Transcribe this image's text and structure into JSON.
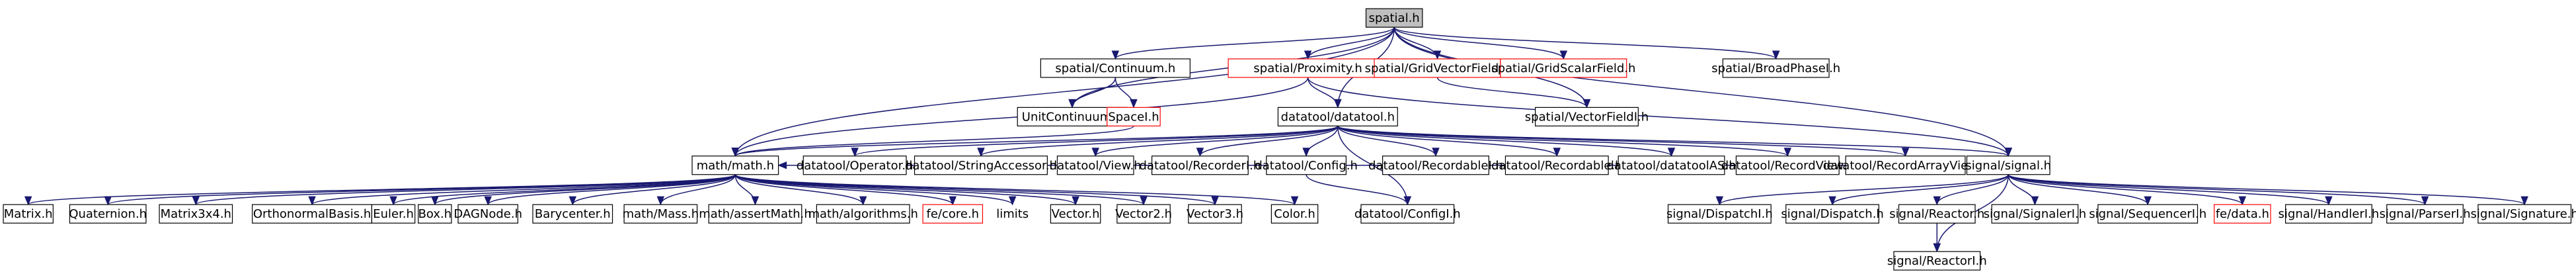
{
  "graph": {
    "nodes": [
      {
        "id": "spatial",
        "label": "spatial.h",
        "style": "root"
      },
      {
        "id": "continuum",
        "label": "spatial/Continuum.h",
        "style": "normal"
      },
      {
        "id": "proximity",
        "label": "spatial/Proximity.h",
        "style": "missing"
      },
      {
        "id": "gridvector",
        "label": "spatial/GridVectorField.h",
        "style": "missing"
      },
      {
        "id": "gridscalar",
        "label": "spatial/GridScalarField.h",
        "style": "missing"
      },
      {
        "id": "broadphase",
        "label": "spatial/BroadPhaseI.h",
        "style": "normal"
      },
      {
        "id": "unitcontinuum",
        "label": "UnitContinuum.h",
        "style": "normal"
      },
      {
        "id": "spacei",
        "label": "SpaceI.h",
        "style": "missing"
      },
      {
        "id": "datatool",
        "label": "datatool/datatool.h",
        "style": "normal"
      },
      {
        "id": "vectorfield",
        "label": "spatial/VectorFieldI.h",
        "style": "normal"
      },
      {
        "id": "math",
        "label": "math/math.h",
        "style": "normal"
      },
      {
        "id": "operator",
        "label": "datatool/Operator.h",
        "style": "normal"
      },
      {
        "id": "stringaccessor",
        "label": "datatool/StringAccessor.h",
        "style": "normal"
      },
      {
        "id": "view",
        "label": "datatool/View.h",
        "style": "normal"
      },
      {
        "id": "recorderi",
        "label": "datatool/RecorderI.h",
        "style": "normal"
      },
      {
        "id": "config",
        "label": "datatool/Config.h",
        "style": "normal"
      },
      {
        "id": "recordablei",
        "label": "datatool/RecordableI.h",
        "style": "normal"
      },
      {
        "id": "recordable",
        "label": "datatool/Recordable.h",
        "style": "normal"
      },
      {
        "id": "datatoolas",
        "label": "datatool/datatoolAS.h",
        "style": "normal"
      },
      {
        "id": "recordview",
        "label": "datatool/RecordView.h",
        "style": "normal"
      },
      {
        "id": "recordarrayview",
        "label": "datatool/RecordArrayView.h",
        "style": "normal"
      },
      {
        "id": "signal",
        "label": "signal/signal.h",
        "style": "normal"
      },
      {
        "id": "matrix",
        "label": "Matrix.h",
        "style": "normal"
      },
      {
        "id": "quaternion",
        "label": "Quaternion.h",
        "style": "normal"
      },
      {
        "id": "matrix3x4",
        "label": "Matrix3x4.h",
        "style": "normal"
      },
      {
        "id": "orthonormal",
        "label": "OrthonormalBasis.h",
        "style": "normal"
      },
      {
        "id": "euler",
        "label": "Euler.h",
        "style": "normal"
      },
      {
        "id": "box",
        "label": "Box.h",
        "style": "normal"
      },
      {
        "id": "dagnode",
        "label": "DAGNode.h",
        "style": "normal"
      },
      {
        "id": "barycenter",
        "label": "Barycenter.h",
        "style": "normal"
      },
      {
        "id": "mass",
        "label": "math/Mass.h",
        "style": "normal"
      },
      {
        "id": "assertmath",
        "label": "math/assertMath.h",
        "style": "normal"
      },
      {
        "id": "algorithms",
        "label": "math/algorithms.h",
        "style": "normal"
      },
      {
        "id": "fecore",
        "label": "fe/core.h",
        "style": "missing"
      },
      {
        "id": "limits",
        "label": "limits",
        "style": "plain"
      },
      {
        "id": "vector",
        "label": "Vector.h",
        "style": "normal"
      },
      {
        "id": "vector2",
        "label": "Vector2.h",
        "style": "normal"
      },
      {
        "id": "vector3",
        "label": "Vector3.h",
        "style": "normal"
      },
      {
        "id": "color",
        "label": "Color.h",
        "style": "normal"
      },
      {
        "id": "configi",
        "label": "datatool/ConfigI.h",
        "style": "normal"
      },
      {
        "id": "dispatchi",
        "label": "signal/DispatchI.h",
        "style": "normal"
      },
      {
        "id": "dispatch",
        "label": "signal/Dispatch.h",
        "style": "normal"
      },
      {
        "id": "reactor",
        "label": "signal/Reactor.h",
        "style": "normal"
      },
      {
        "id": "signaleri",
        "label": "signal/SignalerI.h",
        "style": "normal"
      },
      {
        "id": "sequenceri",
        "label": "signal/SequencerI.h",
        "style": "normal"
      },
      {
        "id": "fedata",
        "label": "fe/data.h",
        "style": "missing"
      },
      {
        "id": "handleri",
        "label": "signal/HandlerI.h",
        "style": "normal"
      },
      {
        "id": "parseri",
        "label": "signal/ParserI.h",
        "style": "normal"
      },
      {
        "id": "signature",
        "label": "signal/Signature.h",
        "style": "normal"
      },
      {
        "id": "reactori",
        "label": "signal/ReactorI.h",
        "style": "normal"
      }
    ],
    "edges": [
      [
        "spatial",
        "continuum"
      ],
      [
        "spatial",
        "proximity"
      ],
      [
        "spatial",
        "gridvector"
      ],
      [
        "spatial",
        "gridscalar"
      ],
      [
        "spatial",
        "broadphase"
      ],
      [
        "spatial",
        "unitcontinuum"
      ],
      [
        "spatial",
        "datatool"
      ],
      [
        "spatial",
        "vectorfield"
      ],
      [
        "spatial",
        "signal"
      ],
      [
        "spatial",
        "math"
      ],
      [
        "continuum",
        "unitcontinuum"
      ],
      [
        "continuum",
        "spacei"
      ],
      [
        "proximity",
        "datatool"
      ],
      [
        "proximity",
        "math"
      ],
      [
        "proximity",
        "signal"
      ],
      [
        "gridvector",
        "vectorfield"
      ],
      [
        "spacei",
        "math"
      ],
      [
        "datatool",
        "math"
      ],
      [
        "datatool",
        "operator"
      ],
      [
        "datatool",
        "stringaccessor"
      ],
      [
        "datatool",
        "view"
      ],
      [
        "datatool",
        "recorderi"
      ],
      [
        "datatool",
        "config"
      ],
      [
        "datatool",
        "configi"
      ],
      [
        "datatool",
        "recordablei"
      ],
      [
        "datatool",
        "recordable"
      ],
      [
        "datatool",
        "datatoolas"
      ],
      [
        "datatool",
        "recordview"
      ],
      [
        "datatool",
        "recordarrayview"
      ],
      [
        "datatool",
        "signal"
      ],
      [
        "config",
        "configi"
      ],
      [
        "math",
        "matrix"
      ],
      [
        "math",
        "quaternion"
      ],
      [
        "math",
        "matrix3x4"
      ],
      [
        "math",
        "orthonormal"
      ],
      [
        "math",
        "euler"
      ],
      [
        "math",
        "box"
      ],
      [
        "math",
        "dagnode"
      ],
      [
        "math",
        "barycenter"
      ],
      [
        "math",
        "mass"
      ],
      [
        "math",
        "assertmath"
      ],
      [
        "math",
        "algorithms"
      ],
      [
        "math",
        "fecore"
      ],
      [
        "math",
        "limits"
      ],
      [
        "math",
        "vector"
      ],
      [
        "math",
        "vector2"
      ],
      [
        "math",
        "vector3"
      ],
      [
        "math",
        "color"
      ],
      [
        "signal",
        "math"
      ],
      [
        "signal",
        "dispatchi"
      ],
      [
        "signal",
        "dispatch"
      ],
      [
        "signal",
        "reactor"
      ],
      [
        "signal",
        "signaleri"
      ],
      [
        "signal",
        "sequenceri"
      ],
      [
        "signal",
        "fedata"
      ],
      [
        "signal",
        "handleri"
      ],
      [
        "signal",
        "parseri"
      ],
      [
        "signal",
        "signature"
      ],
      [
        "signal",
        "reactori"
      ],
      [
        "reactor",
        "reactori"
      ]
    ]
  }
}
